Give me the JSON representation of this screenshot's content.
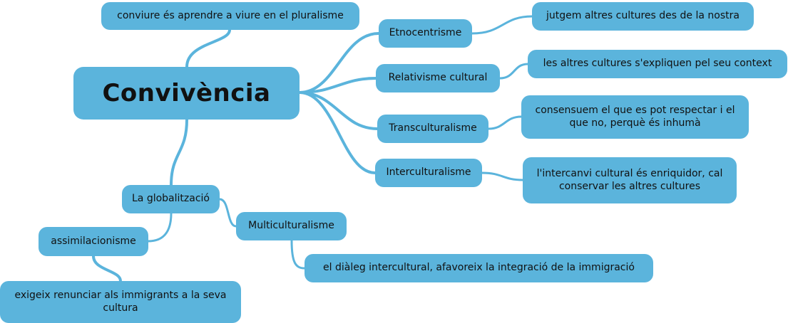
{
  "style": {
    "node_color": "#5bb4dc",
    "link_color": "#5bb4dc",
    "text_color": "#111111"
  },
  "map": {
    "root": "Convivència",
    "pluralism": "conviure és aprendre a viure en el pluralisme",
    "etnocentrisme": {
      "label": "Etnocentrisme",
      "detail": "jutgem altres cultures des de la nostra"
    },
    "relativisme": {
      "label": "Relativisme cultural",
      "detail": "les altres cultures s'expliquen pel seu context"
    },
    "transculturalisme": {
      "label": "Transculturalisme",
      "detail": "consensuem el que es pot respectar i el que no, perquè és inhumà"
    },
    "interculturalisme": {
      "label": "Interculturalisme",
      "detail": "l'intercanvi cultural és enriquidor, cal conservar les altres cultures"
    },
    "globalitzacio": "La globalització",
    "multiculturalisme": {
      "label": "Multiculturalisme",
      "detail": "el diàleg intercultural, afavoreix la integració de la immigració"
    },
    "assimilacionisme": {
      "label": "assimilacionisme",
      "detail": "exigeix renunciar als immigrants a la seva cultura"
    }
  }
}
